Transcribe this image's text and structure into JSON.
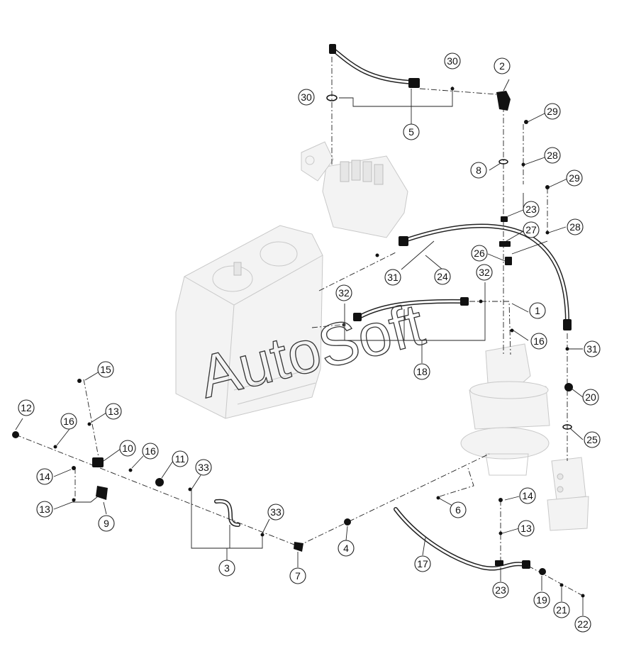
{
  "watermark": "AutoSoft",
  "callouts": [
    {
      "id": "c1",
      "label": "1"
    },
    {
      "id": "c2",
      "label": "2"
    },
    {
      "id": "c3",
      "label": "3"
    },
    {
      "id": "c4",
      "label": "4"
    },
    {
      "id": "c5",
      "label": "5"
    },
    {
      "id": "c6",
      "label": "6"
    },
    {
      "id": "c7",
      "label": "7"
    },
    {
      "id": "c8",
      "label": "8"
    },
    {
      "id": "c9",
      "label": "9"
    },
    {
      "id": "c10",
      "label": "10"
    },
    {
      "id": "c11",
      "label": "11"
    },
    {
      "id": "c12",
      "label": "12"
    },
    {
      "id": "c13a",
      "label": "13"
    },
    {
      "id": "c13b",
      "label": "13"
    },
    {
      "id": "c13c",
      "label": "13"
    },
    {
      "id": "c14a",
      "label": "14"
    },
    {
      "id": "c14b",
      "label": "14"
    },
    {
      "id": "c15",
      "label": "15"
    },
    {
      "id": "c16a",
      "label": "16"
    },
    {
      "id": "c16b",
      "label": "16"
    },
    {
      "id": "c16c",
      "label": "16"
    },
    {
      "id": "c17",
      "label": "17"
    },
    {
      "id": "c18",
      "label": "18"
    },
    {
      "id": "c19",
      "label": "19"
    },
    {
      "id": "c20",
      "label": "20"
    },
    {
      "id": "c21",
      "label": "21"
    },
    {
      "id": "c22",
      "label": "22"
    },
    {
      "id": "c23a",
      "label": "23"
    },
    {
      "id": "c23b",
      "label": "23"
    },
    {
      "id": "c24",
      "label": "24"
    },
    {
      "id": "c25",
      "label": "25"
    },
    {
      "id": "c26",
      "label": "26"
    },
    {
      "id": "c27",
      "label": "27"
    },
    {
      "id": "c28a",
      "label": "28"
    },
    {
      "id": "c28b",
      "label": "28"
    },
    {
      "id": "c29a",
      "label": "29"
    },
    {
      "id": "c29b",
      "label": "29"
    },
    {
      "id": "c30a",
      "label": "30"
    },
    {
      "id": "c30b",
      "label": "30"
    },
    {
      "id": "c31a",
      "label": "31"
    },
    {
      "id": "c31b",
      "label": "31"
    },
    {
      "id": "c32a",
      "label": "32"
    },
    {
      "id": "c32b",
      "label": "32"
    },
    {
      "id": "c33a",
      "label": "33"
    },
    {
      "id": "c33b",
      "label": "33"
    }
  ]
}
